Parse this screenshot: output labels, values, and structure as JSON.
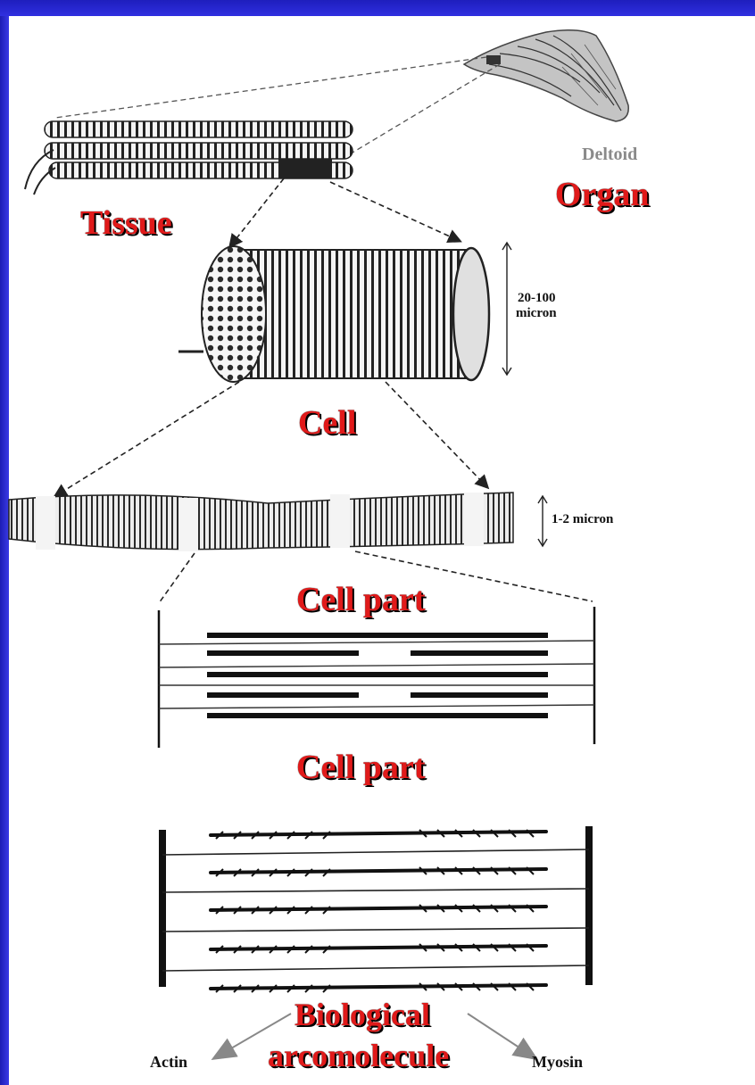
{
  "labels": {
    "organ_name": "Deltoid",
    "organ": "Organ",
    "tissue": "Tissue",
    "cell": "Cell",
    "cell_part_1": "Cell part",
    "cell_part_2": "Cell part",
    "macromolecule_line1": "Biological",
    "macromolecule_line2": "arcomolecule",
    "actin": "Actin",
    "myosin": "Myosin"
  },
  "measurements": {
    "cell_diameter_value": "20-100",
    "cell_diameter_unit": "micron",
    "myofibril_diameter": "1-2 micron"
  },
  "colors": {
    "level_text": "#e01a1a",
    "slide_border": "#2a2ad0",
    "ink": "#111111"
  }
}
